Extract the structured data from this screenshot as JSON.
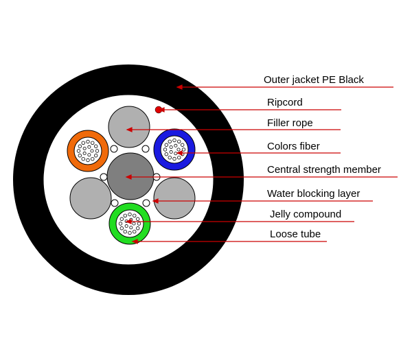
{
  "labels": {
    "outer_jacket": "Outer jacket PE Black",
    "ripcord": "Ripcord",
    "filler_rope": "Filler rope",
    "colors_fiber": "Colors fiber",
    "central_strength_member": "Central strength member",
    "water_blocking_layer": "Water blocking layer",
    "jelly_compound": "Jelly compound",
    "loose_tube": "Loose tube"
  },
  "colors": {
    "jacket": "#000000",
    "leader_line": "#cc0000",
    "ripcord": "#e00000",
    "filler": "#b0b0b0",
    "central_member": "#7f7f7f",
    "tube_orange": "#f06a0a",
    "tube_blue": "#1a1ae0",
    "tube_green": "#22dd22"
  }
}
